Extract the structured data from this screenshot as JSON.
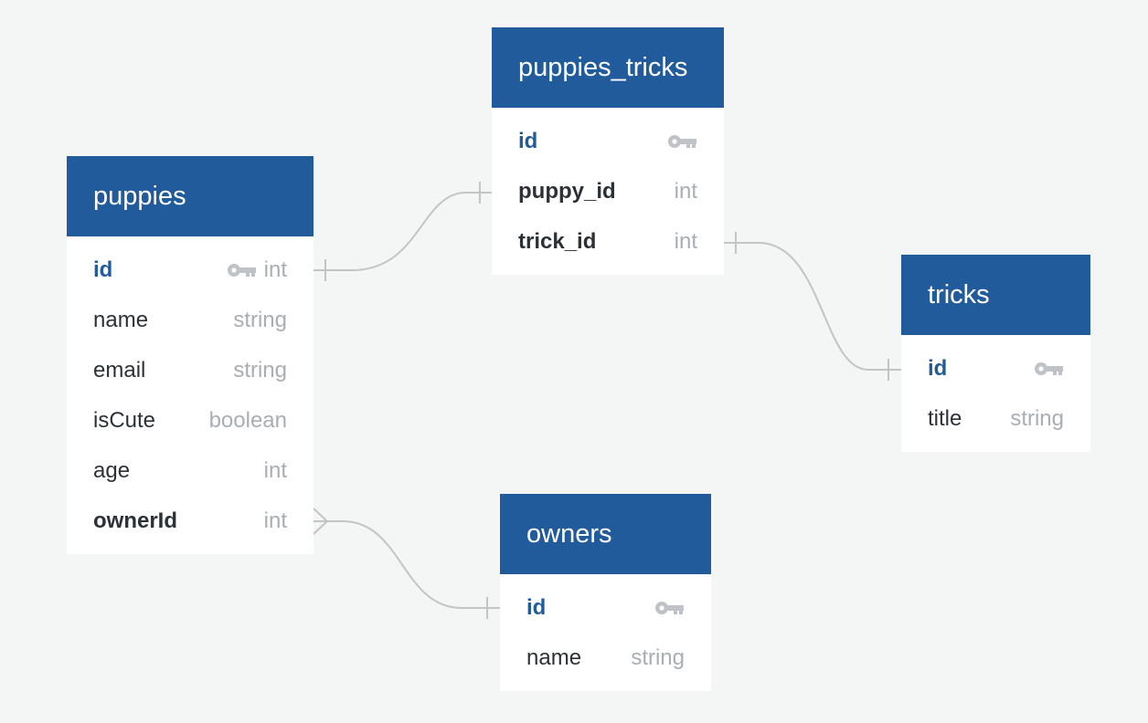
{
  "diagram": {
    "colors": {
      "background": "#f4f5f5",
      "header": "#215b9c",
      "header_text": "#ffffff",
      "primary_key_text": "#215b9c",
      "column_text": "#2c3138",
      "type_text": "#a9aeb3",
      "connector": "#c2c4c6"
    },
    "tables": {
      "puppies": {
        "title": "puppies",
        "columns": [
          {
            "name": "id",
            "type": "int",
            "primary_key": true
          },
          {
            "name": "name",
            "type": "string"
          },
          {
            "name": "email",
            "type": "string"
          },
          {
            "name": "isCute",
            "type": "boolean"
          },
          {
            "name": "age",
            "type": "int"
          },
          {
            "name": "ownerId",
            "type": "int",
            "foreign_key": true
          }
        ]
      },
      "puppies_tricks": {
        "title": "puppies_tricks",
        "columns": [
          {
            "name": "id",
            "type": "",
            "primary_key": true
          },
          {
            "name": "puppy_id",
            "type": "int",
            "foreign_key": true
          },
          {
            "name": "trick_id",
            "type": "int",
            "foreign_key": true
          }
        ]
      },
      "tricks": {
        "title": "tricks",
        "columns": [
          {
            "name": "id",
            "type": "",
            "primary_key": true
          },
          {
            "name": "title",
            "type": "string"
          }
        ]
      },
      "owners": {
        "title": "owners",
        "columns": [
          {
            "name": "id",
            "type": "",
            "primary_key": true
          },
          {
            "name": "name",
            "type": "string"
          }
        ]
      }
    },
    "relationships": [
      {
        "from": "puppies.id",
        "to": "puppies_tricks.puppy_id",
        "from_end": "one",
        "to_end": "one"
      },
      {
        "from": "puppies_tricks.trick_id",
        "to": "tricks.id",
        "from_end": "one",
        "to_end": "one"
      },
      {
        "from": "puppies.ownerId",
        "to": "owners.id",
        "from_end": "many",
        "to_end": "one"
      }
    ],
    "icons": {
      "primary_key": "key-icon"
    }
  }
}
